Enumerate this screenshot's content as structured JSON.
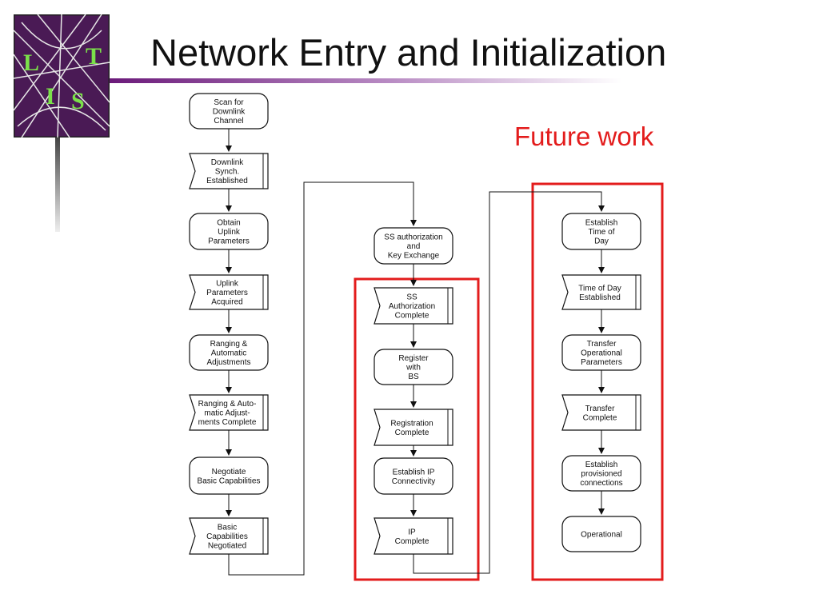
{
  "title": "Network Entry and Initialization",
  "annotation": "Future work",
  "colors": {
    "title_rule": "#6b1a7a",
    "highlight": "#e31c1c",
    "logo_bg": "#4a1a55"
  },
  "logo": {
    "letters": [
      "L",
      "I",
      "S",
      "T"
    ]
  },
  "nodes": {
    "n1": [
      "Scan for",
      "Downlink",
      "Channel"
    ],
    "n2": [
      "Downlink",
      "Synch.",
      "Established"
    ],
    "n3": [
      "Obtain",
      "Uplink",
      "Parameters"
    ],
    "n4": [
      "Uplink",
      "Parameters",
      "Acquired"
    ],
    "n5": [
      "Ranging &",
      "Automatic",
      "Adjustments"
    ],
    "n6": [
      "Ranging & Auto-",
      "matic Adjust-",
      "ments Complete"
    ],
    "n7": [
      "Negotiate",
      "Basic Capabilities"
    ],
    "n8": [
      "Basic",
      "Capabilities",
      "Negotiated"
    ],
    "n9": [
      "SS authorization",
      "and",
      "Key Exchange"
    ],
    "n10": [
      "SS",
      "Authorization",
      "Complete"
    ],
    "n11": [
      "Register",
      "with",
      "BS"
    ],
    "n12": [
      "Registration",
      "Complete"
    ],
    "n13": [
      "Establish IP",
      "Connectivity"
    ],
    "n14": [
      "IP",
      "Complete"
    ],
    "n15": [
      "Establish",
      "Time of",
      "Day"
    ],
    "n16": [
      "Time of Day",
      "Established"
    ],
    "n17": [
      "Transfer",
      "Operational",
      "Parameters"
    ],
    "n18": [
      "Transfer",
      "Complete"
    ],
    "n19": [
      "Establish",
      "provisioned",
      "connections"
    ],
    "n20": [
      "Operational"
    ]
  }
}
